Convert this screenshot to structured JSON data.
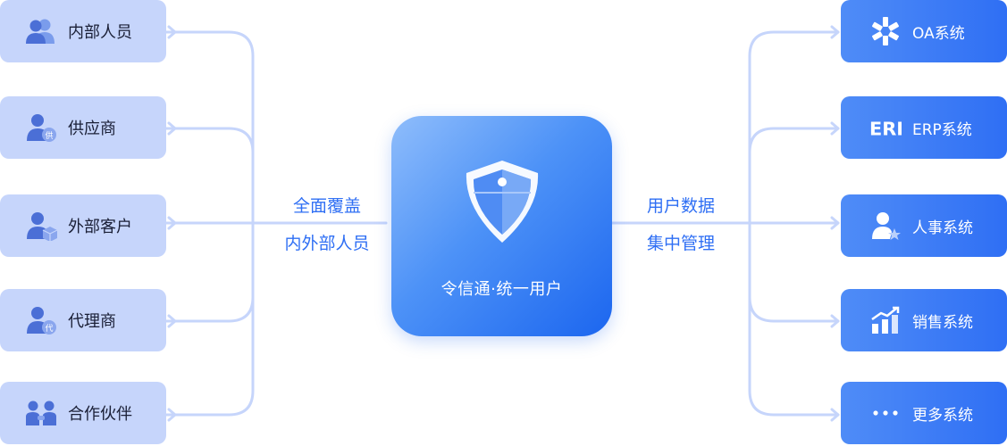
{
  "left_nodes": [
    {
      "label": "内部人员",
      "icon": "users-icon"
    },
    {
      "label": "供应商",
      "icon": "supplier-user-icon"
    },
    {
      "label": "外部客户",
      "icon": "customer-user-icon"
    },
    {
      "label": "代理商",
      "icon": "agent-user-icon"
    },
    {
      "label": "合作伙伴",
      "icon": "partners-icon"
    }
  ],
  "supplier_badge": "供",
  "agent_badge": "代",
  "left_caption": {
    "line1": "全面覆盖",
    "line2": "内外部人员"
  },
  "center": {
    "title": "令信通·统一用户",
    "icon": "shield-icon"
  },
  "right_caption": {
    "line1": "用户数据",
    "line2": "集中管理"
  },
  "right_nodes": [
    {
      "label": "OA系统",
      "icon": "oa-logo-icon"
    },
    {
      "label": "ERP系统",
      "icon": "erp-logo-icon",
      "logo_text": "ERP"
    },
    {
      "label": "人事系统",
      "icon": "hr-user-icon"
    },
    {
      "label": "销售系统",
      "icon": "sales-chart-icon"
    },
    {
      "label": "更多系统",
      "icon": "more-dots-icon"
    }
  ],
  "colors": {
    "left_node_bg": "#c6d5fb",
    "right_node_bg": "#3d7ef6",
    "connector": "#c6d5fb",
    "accent_text": "#2f6ff4",
    "icon_blue": "#5679e0"
  }
}
